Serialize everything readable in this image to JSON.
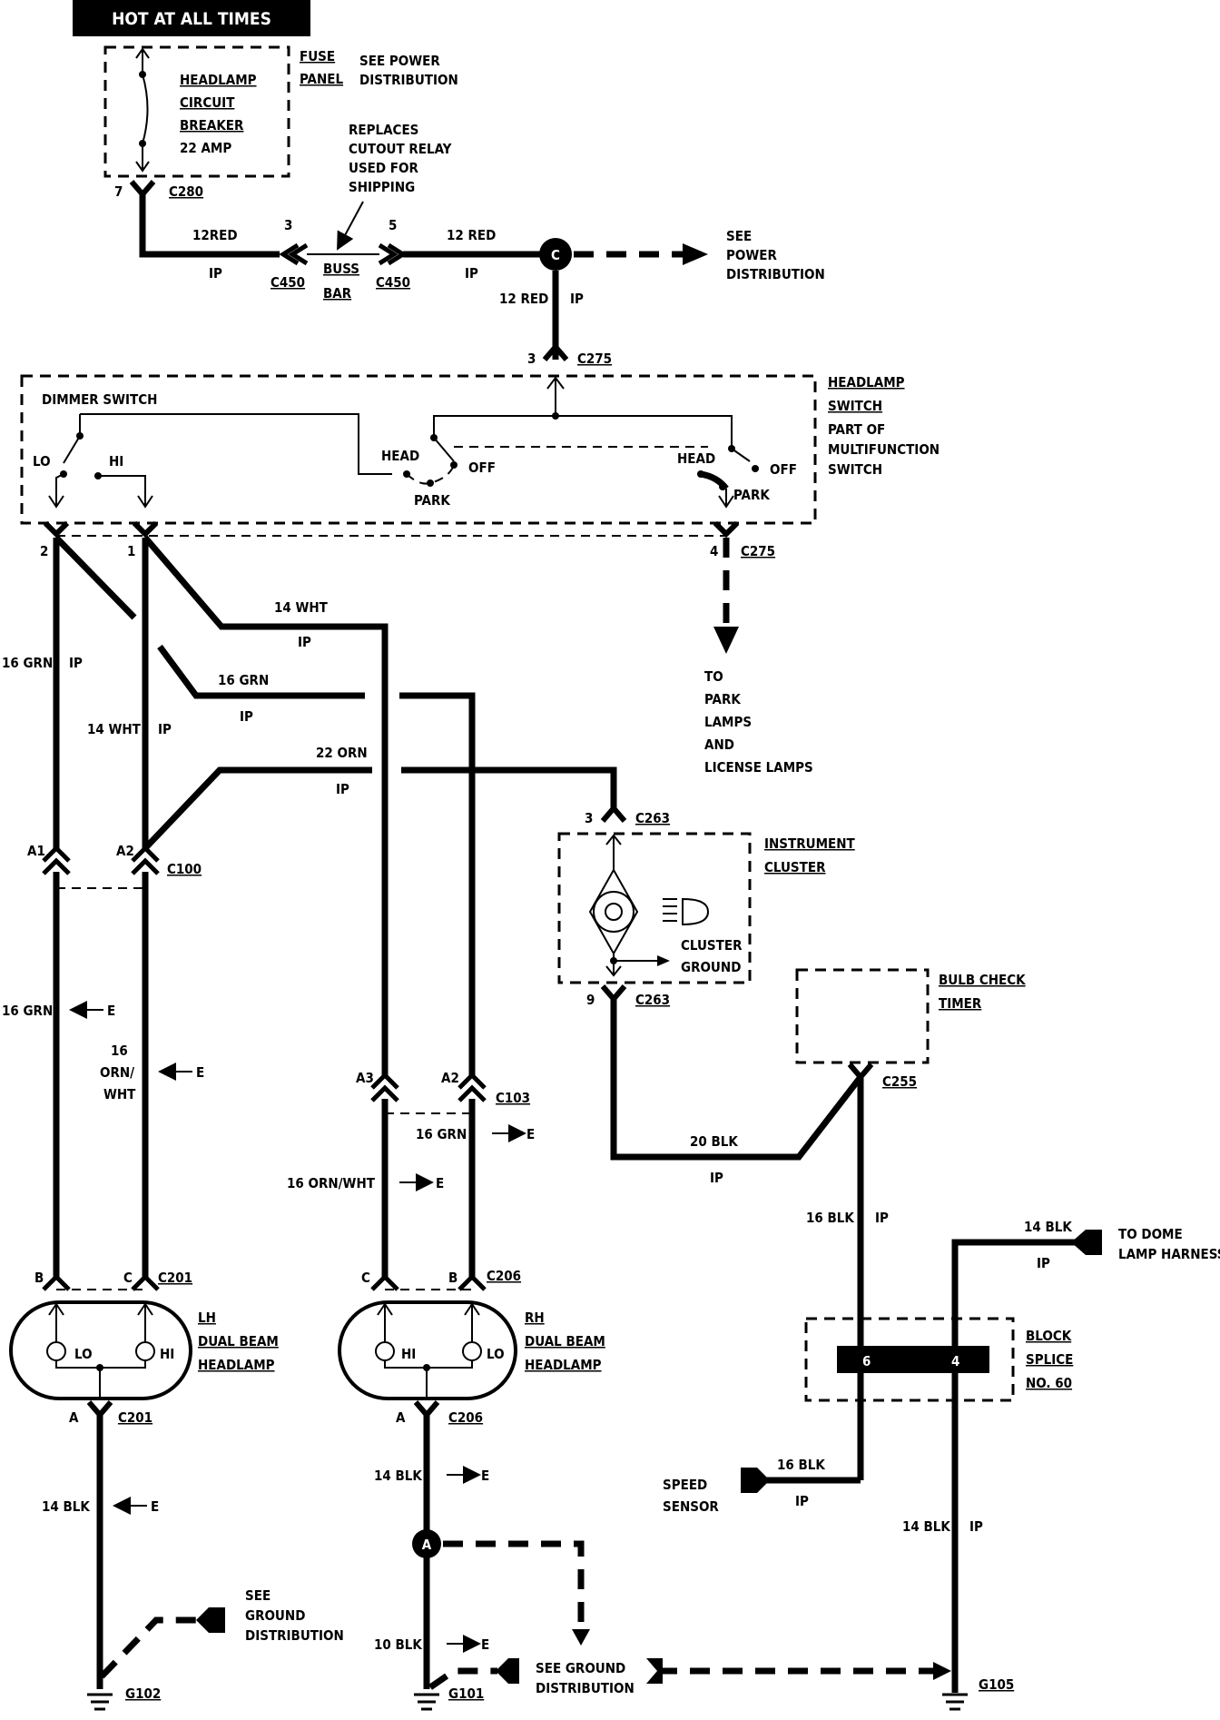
{
  "banner": {
    "text": "HOT AT ALL TIMES",
    "bg": "#000000",
    "fg": "#ffffff"
  },
  "fuse_panel": {
    "breaker": [
      "HEADLAMP",
      "CIRCUIT",
      "BREAKER",
      "22 AMP"
    ],
    "panel": [
      "FUSE",
      "PANEL"
    ],
    "note": [
      "SEE POWER",
      "DISTRIBUTION"
    ],
    "pin": "7",
    "connector": "C280"
  },
  "cutout_note": [
    "REPLACES",
    "CUTOUT RELAY",
    "USED FOR",
    "SHIPPING"
  ],
  "top_wires": {
    "left_color": "12RED",
    "left_loc": "IP",
    "pin_left": "3",
    "conn_left": "C450",
    "buss": [
      "BUSS",
      "BAR"
    ],
    "pin_right": "5",
    "conn_right": "C450",
    "right_color": "12 RED",
    "right_loc": "IP",
    "splice": "C",
    "see_power": [
      "SEE",
      "POWER",
      "DISTRIBUTION"
    ],
    "down_color": "12 RED",
    "down_loc": "IP"
  },
  "headlamp_switch": {
    "pin_in": "3",
    "conn_in": "C275",
    "title": [
      "HEADLAMP",
      "SWITCH",
      "PART OF",
      "MULTIFUNCTION",
      "SWITCH"
    ],
    "dimmer": "DIMMER SWITCH",
    "lo": "LO",
    "hi": "HI",
    "head1": "HEAD",
    "off1": "OFF",
    "park1": "PARK",
    "head2": "HEAD",
    "off2": "OFF",
    "park2": "PARK",
    "pin_2": "2",
    "pin_1": "1",
    "pin_4": "4",
    "conn_out": "C275",
    "to_park": [
      "TO",
      "PARK",
      "LAMPS",
      "AND",
      "LICENSE LAMPS"
    ]
  },
  "wires_mid": {
    "w1": "16 GRN",
    "w1_loc": "IP",
    "w2": "14 WHT",
    "w2_loc": "IP",
    "w3": "14 WHT",
    "w3_loc": "IP",
    "w4": "16 GRN",
    "w4_loc": "IP",
    "w5": "22 ORN",
    "w5_loc": "IP"
  },
  "c100": {
    "a1": "A1",
    "a2": "A2",
    "conn": "C100"
  },
  "lower_left": {
    "w1": "16 GRN",
    "e1": "E",
    "w2": [
      "16",
      "ORN/",
      "WHT"
    ],
    "e2": "E"
  },
  "c103": {
    "a3": "A3",
    "a2": "A2",
    "conn": "C103",
    "w1": "16 GRN",
    "e1": "E",
    "w2": "16 ORN/WHT",
    "e2": "E"
  },
  "instrument_cluster": {
    "pin_in": "3",
    "conn_in": "C263",
    "title": [
      "INSTRUMENT",
      "CLUSTER"
    ],
    "ground": [
      "CLUSTER",
      "GROUND"
    ],
    "pin_out": "9",
    "conn_out": "C263"
  },
  "bulb_check": {
    "title": [
      "BULB CHECK",
      "TIMER"
    ],
    "conn": "C255",
    "w1": "20 BLK",
    "w1_loc": "IP",
    "w2": "16 BLK",
    "w2_loc": "IP"
  },
  "dome": {
    "w": "14 BLK",
    "loc": "IP",
    "label": [
      "TO DOME",
      "LAMP HARNESS"
    ]
  },
  "block_splice": {
    "title": [
      "BLOCK",
      "SPLICE",
      "NO. 60"
    ],
    "p6": "6",
    "p4": "4"
  },
  "speed": {
    "label": [
      "SPEED",
      "SENSOR"
    ],
    "w": "16 BLK",
    "loc": "IP",
    "w2": "14 BLK",
    "loc2": "IP",
    "ground": "G105"
  },
  "lh_lamp": {
    "b": "B",
    "c": "C",
    "conn": "C201",
    "title": [
      "LH",
      "DUAL BEAM",
      "HEADLAMP"
    ],
    "lo": "LO",
    "hi": "HI",
    "a": "A",
    "conn_a": "C201",
    "w": "14 BLK",
    "e": "E",
    "see": [
      "SEE",
      "GROUND",
      "DISTRIBUTION"
    ],
    "ground": "G102"
  },
  "rh_lamp": {
    "c": "C",
    "b": "B",
    "conn": "C206",
    "title": [
      "RH",
      "DUAL BEAM",
      "HEADLAMP"
    ],
    "hi": "HI",
    "lo": "LO",
    "a": "A",
    "conn_a": "C206",
    "w1": "14 BLK",
    "e1": "E",
    "splice": "A",
    "w2": "10 BLK",
    "e2": "E",
    "see": [
      "SEE GROUND",
      "DISTRIBUTION"
    ],
    "ground": "G101"
  }
}
